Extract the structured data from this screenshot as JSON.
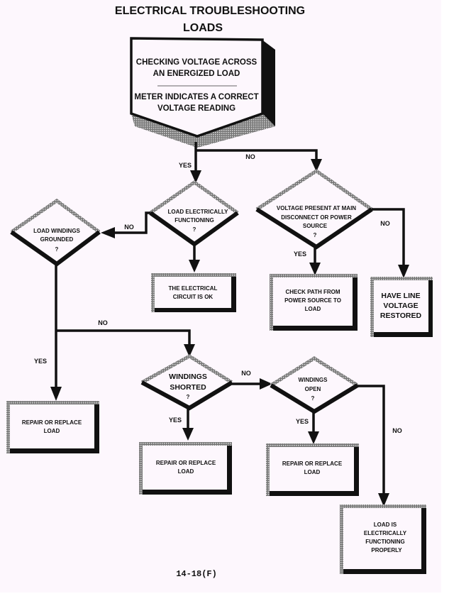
{
  "title": {
    "line1": "ELECTRICAL TROUBLESHOOTING",
    "line2": "LOADS"
  },
  "start": {
    "line1": "CHECKING VOLTAGE ACROSS",
    "line2": "AN ENERGIZED LOAD",
    "line3": "METER INDICATES A CORRECT",
    "line4": "VOLTAGE READING"
  },
  "decisions": {
    "load_functioning": {
      "line1": "LOAD ELECTRICALLY",
      "line2": "FUNCTIONING",
      "q": "?"
    },
    "voltage_present": {
      "line1": "VOLTAGE PRESENT AT MAIN",
      "line2": "DISCONNECT OR POWER",
      "line3": "SOURCE",
      "q": "?"
    },
    "windings_grounded": {
      "line1": "LOAD WINDINGS",
      "line2": "GROUNDED",
      "q": "?"
    },
    "windings_shorted": {
      "line1": "WINDINGS",
      "line2": "SHORTED",
      "q": "?"
    },
    "windings_open": {
      "line1": "WINDINGS",
      "line2": "OPEN",
      "q": "?"
    }
  },
  "outcomes": {
    "circuit_ok": {
      "line1": "THE ELECTRICAL",
      "line2": "CIRCUIT IS OK"
    },
    "check_path": {
      "line1": "CHECK PATH FROM",
      "line2": "POWER SOURCE TO",
      "line3": "LOAD"
    },
    "line_voltage": {
      "line1": "HAVE LINE",
      "line2": "VOLTAGE",
      "line3": "RESTORED"
    },
    "repair_grounded": {
      "line1": "REPAIR OR REPLACE",
      "line2": "LOAD"
    },
    "repair_shorted": {
      "line1": "REPAIR OR REPLACE",
      "line2": "LOAD"
    },
    "repair_open": {
      "line1": "REPAIR OR REPLACE",
      "line2": "LOAD"
    },
    "functioning_properly": {
      "line1": "LOAD IS",
      "line2": "ELECTRICALLY",
      "line3": "FUNCTIONING",
      "line4": "PROPERLY"
    }
  },
  "labels": {
    "yes": "YES",
    "no": "NO"
  },
  "figure_number": "14-18(F)"
}
